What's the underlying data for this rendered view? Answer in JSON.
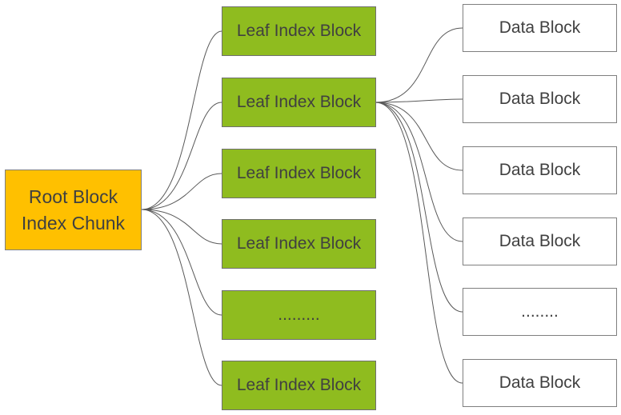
{
  "root": {
    "line1": "Root Block",
    "line2": "Index Chunk"
  },
  "leaf_blocks": [
    {
      "label": "Leaf Index Block"
    },
    {
      "label": "Leaf Index Block"
    },
    {
      "label": "Leaf Index Block"
    },
    {
      "label": "Leaf Index Block"
    },
    {
      "label": "........."
    },
    {
      "label": "Leaf Index Block"
    }
  ],
  "data_blocks": [
    {
      "label": "Data Block"
    },
    {
      "label": "Data Block"
    },
    {
      "label": "Data Block"
    },
    {
      "label": "Data Block"
    },
    {
      "label": "........"
    },
    {
      "label": "Data Block"
    }
  ],
  "colors": {
    "root_fill": "#ffc000",
    "leaf_fill": "#8fbc1f",
    "data_fill": "#ffffff",
    "text": "#404040",
    "connector": "#595959"
  }
}
